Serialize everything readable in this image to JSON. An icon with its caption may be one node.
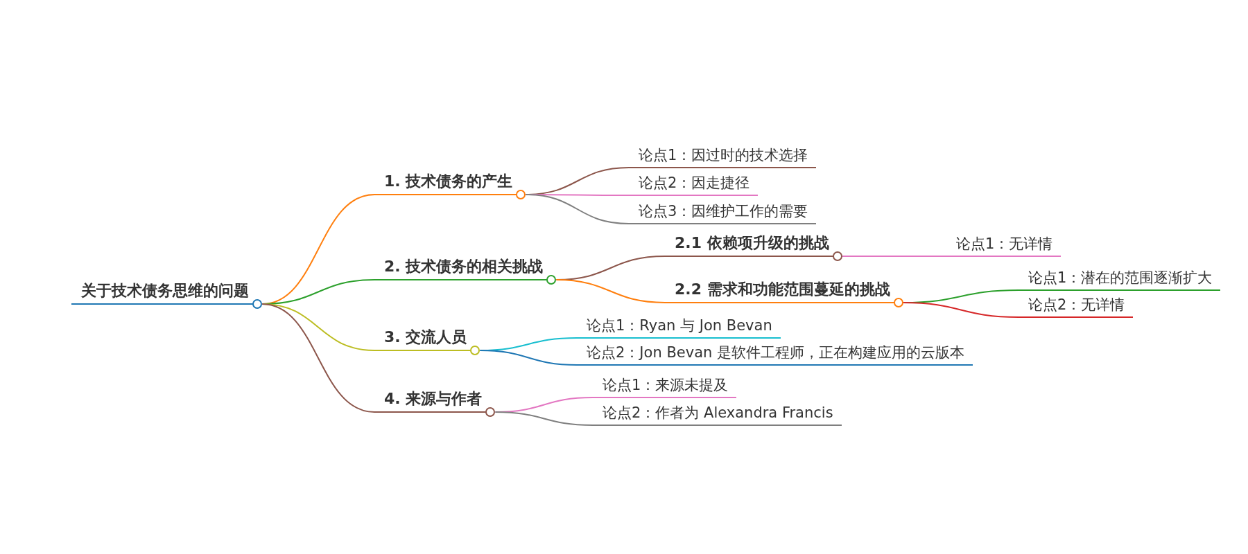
{
  "diagram": {
    "nodes": [
      {
        "text": [
          "关于技术债务思维的问题"
        ]
      },
      {
        "text": [
          "1. 技术债务的产生"
        ]
      },
      {
        "text": [
          "论点1：因过时的技术选择"
        ]
      },
      {
        "text": [
          "论点2：因走捷径"
        ]
      },
      {
        "text": [
          "论点3：因维护工作的需要"
        ]
      },
      {
        "text": [
          "2. 技术债务的相关挑战"
        ]
      },
      {
        "text": [
          "2.1 依赖项升级的挑战"
        ]
      },
      {
        "text": [
          "论点1：无详情"
        ]
      },
      {
        "text": [
          "2.2 需求和功能范围蔓延的挑战"
        ]
      },
      {
        "text": [
          "论点1：潜在的范围逐渐扩大"
        ]
      },
      {
        "text": [
          "论点2：无详情"
        ]
      },
      {
        "text": [
          "3. 交流人员"
        ]
      },
      {
        "text": [
          "论点1：Ryan 与 Jon Bevan"
        ]
      },
      {
        "text": [
          "论点2：Jon Bevan 是软件工程师，正在构建应用的云版本"
        ]
      },
      {
        "text": [
          "4. 来源与作者"
        ]
      },
      {
        "text": [
          "论点1：来源未提及"
        ]
      },
      {
        "text": [
          "论点2：作者为 Alexandra Francis"
        ]
      }
    ],
    "edges": [
      {
        "from": 0,
        "to": 1,
        "arrow": "none",
        "color": "#ff7f0e"
      },
      {
        "from": 1,
        "to": 2,
        "arrow": "none",
        "color": "#8c564b"
      },
      {
        "from": 1,
        "to": 3,
        "arrow": "none",
        "color": "#e377c2"
      },
      {
        "from": 1,
        "to": 4,
        "arrow": "none",
        "color": "#7f7f7f"
      },
      {
        "from": 0,
        "to": 5,
        "arrow": "none",
        "color": "#2ca02c"
      },
      {
        "from": 5,
        "to": 6,
        "arrow": "none",
        "color": "#8c564b"
      },
      {
        "from": 6,
        "to": 7,
        "arrow": "none",
        "color": "#e377c2"
      },
      {
        "from": 5,
        "to": 8,
        "arrow": "none",
        "color": "#ff7f0e"
      },
      {
        "from": 8,
        "to": 9,
        "arrow": "none",
        "color": "#2ca02c"
      },
      {
        "from": 8,
        "to": 10,
        "arrow": "none",
        "color": "#d62728"
      },
      {
        "from": 0,
        "to": 11,
        "arrow": "none",
        "color": "#bcbd22"
      },
      {
        "from": 11,
        "to": 12,
        "arrow": "none",
        "color": "#17becf"
      },
      {
        "from": 11,
        "to": 13,
        "arrow": "none",
        "color": "#1f77b4"
      },
      {
        "from": 0,
        "to": 14,
        "arrow": "none",
        "color": "#8c564b"
      },
      {
        "from": 14,
        "to": 15,
        "arrow": "none",
        "color": "#e377c2"
      },
      {
        "from": 14,
        "to": 16,
        "arrow": "none",
        "color": "#7f7f7f"
      }
    ]
  }
}
